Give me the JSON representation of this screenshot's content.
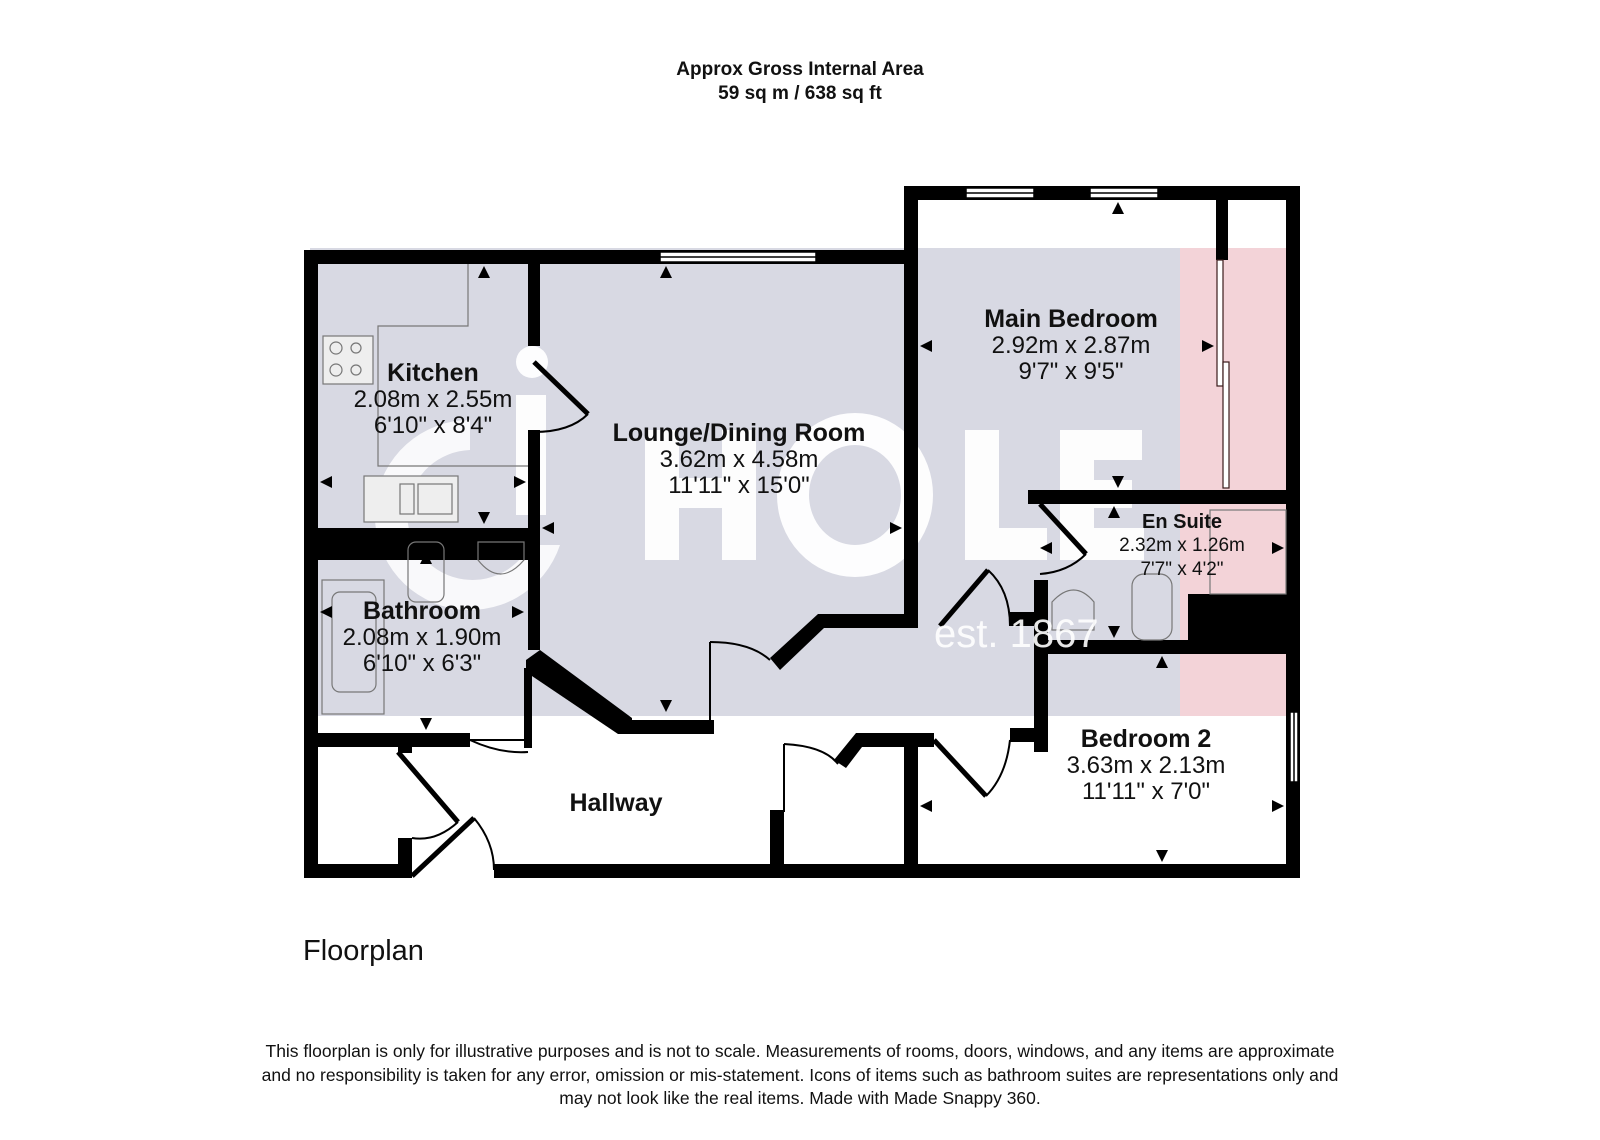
{
  "header": {
    "title": "Approx Gross Internal Area",
    "area": "59 sq m / 638 sq ft"
  },
  "watermark": {
    "brand": "HOLE",
    "est": "est. 1867"
  },
  "colors": {
    "wall": "#000000",
    "room_fill": "#d8d9e3",
    "wardrobe_fill": "#f3d3d8",
    "background": "#ffffff"
  },
  "rooms": [
    {
      "name": "Kitchen",
      "metric": "2.08m x 2.55m",
      "imperial": "6'10\" x 8'4\""
    },
    {
      "name": "Lounge/Dining Room",
      "metric": "3.62m x 4.58m",
      "imperial": "11'11\" x 15'0\""
    },
    {
      "name": "Main Bedroom",
      "metric": "2.92m x 2.87m",
      "imperial": "9'7\" x 9'5\""
    },
    {
      "name": "En Suite",
      "metric": "2.32m x 1.26m",
      "imperial": "7'7\" x 4'2\""
    },
    {
      "name": "Bathroom",
      "metric": "2.08m x 1.90m",
      "imperial": "6'10\" x 6'3\""
    },
    {
      "name": "Bedroom 2",
      "metric": "3.63m x 2.13m",
      "imperial": "11'11\" x 7'0\""
    },
    {
      "name": "Hallway"
    }
  ],
  "floor_label": "Floorplan",
  "disclaimer": {
    "line1": "This floorplan is only for illustrative purposes and is not to scale. Measurements of rooms, doors, windows, and any items are approximate",
    "line2": "and no responsibility is taken for any error, omission or mis-statement. Icons of items such as bathroom suites are representations only and",
    "line3": "may not look like the real items. Made with Made Snappy 360."
  }
}
